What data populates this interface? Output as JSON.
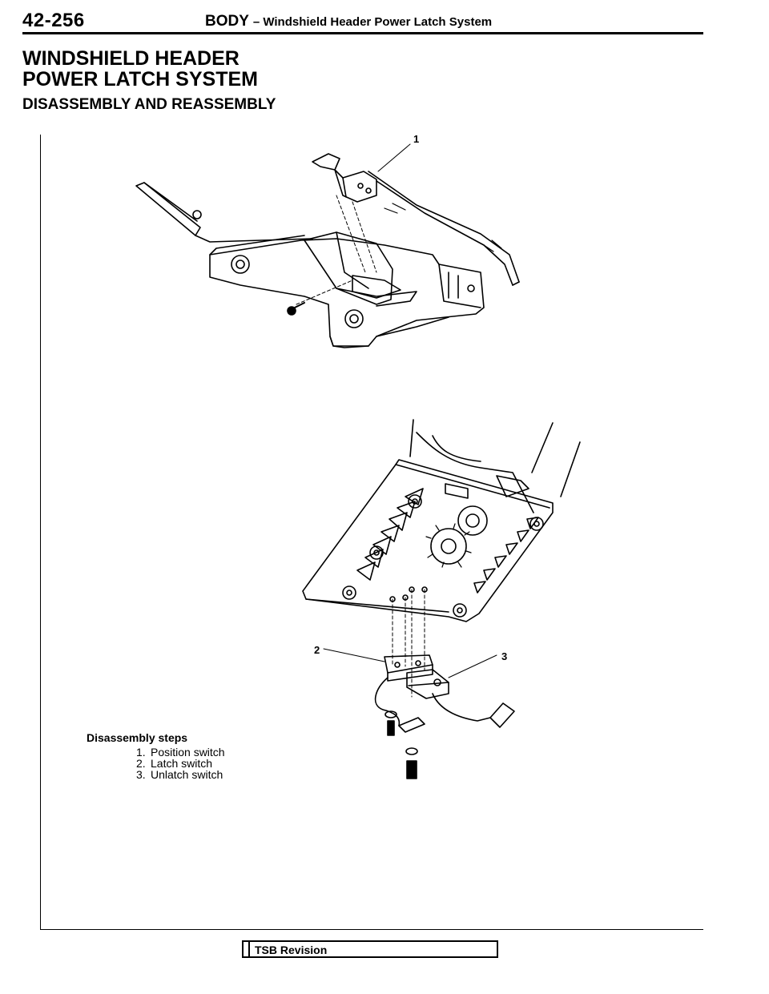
{
  "header": {
    "page_number": "42-256",
    "section_main": "BODY",
    "section_sub": "– Windshield Header Power Latch System"
  },
  "title": {
    "line1": "WINDSHIELD HEADER",
    "line2": "POWER LATCH SYSTEM",
    "subtitle": "DISASSEMBLY AND REASSEMBLY"
  },
  "callouts": {
    "one": "1",
    "two": "2",
    "three": "3"
  },
  "disassembly": {
    "title": "Disassembly steps",
    "steps": [
      {
        "num": "1.",
        "label": "Position switch"
      },
      {
        "num": "2.",
        "label": "Latch switch"
      },
      {
        "num": "3.",
        "label": "Unlatch switch"
      }
    ]
  },
  "footer": {
    "tsb_label": "TSB Revision"
  }
}
